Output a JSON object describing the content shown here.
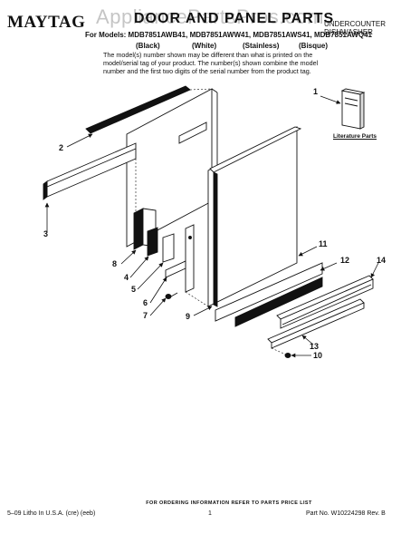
{
  "watermark": "AppliancePartsPros.com",
  "header": {
    "brand": "MAYTAG",
    "title": "DOOR AND PANEL PARTS",
    "product_type_line1": "UNDERCOUNTER",
    "product_type_line2": "DISHWASHER",
    "models_line": "For Models: MDB7851AWB41, MDB7851AWW41, MDB7851AWS41, MDB7851AWQ41",
    "variants": [
      "(Black)",
      "(White)",
      "(Stainless)",
      "(Bisque)"
    ],
    "note": "The model(s) number shown may be different than what is printed on the model/serial tag of your product. The number(s) shown combine the model number and the first two digits of the serial number from the product tag."
  },
  "diagram": {
    "callouts": [
      "1",
      "2",
      "3",
      "4",
      "5",
      "6",
      "7",
      "8",
      "9",
      "10",
      "11",
      "12",
      "13",
      "14"
    ],
    "literature_label": "Literature Parts"
  },
  "footer": {
    "ordering_info": "FOR ORDERING INFORMATION REFER TO PARTS PRICE LIST",
    "litho": "5–09 Litho In U.S.A. (cre) (eeb)",
    "page": "1",
    "part_no": "Part No. W10224298 Rev. B"
  }
}
